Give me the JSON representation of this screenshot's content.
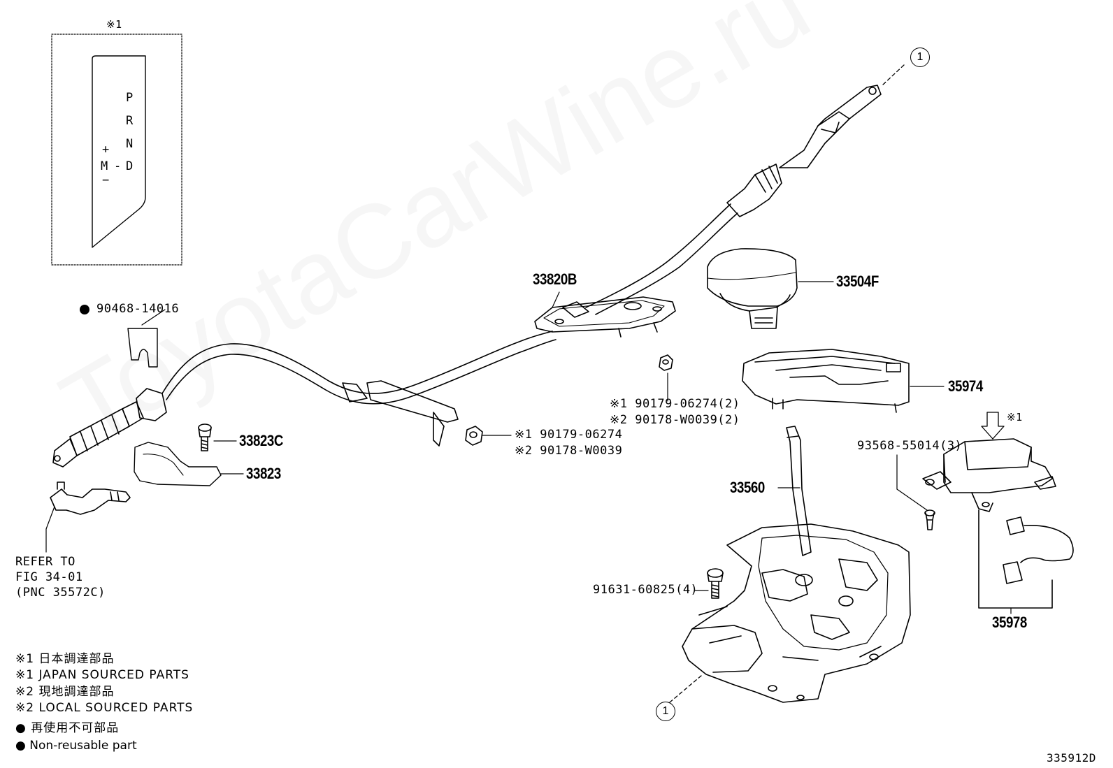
{
  "inset": {
    "ref_mark": "※1",
    "gate_labels": {
      "p": "P",
      "r": "R",
      "n": "N",
      "d": "D",
      "plus": "+",
      "m": "M",
      "dash": "-",
      "minus": "−"
    }
  },
  "parts": {
    "p90468": "90468-14016",
    "p33820b": "33820B",
    "p33504f": "33504F",
    "p35974": "35974",
    "p33823c": "33823C",
    "p33823": "33823",
    "p33560": "33560",
    "p35978": "35978",
    "nut_a1": "※1 90179-06274",
    "nut_a2": "※2 90178-W0039",
    "nut_b1": "※1 90179-06274(2)",
    "nut_b2": "※2 90178-W0039(2)",
    "screw_93568": "93568-55014(3)",
    "bolt_91631": "91631-60825(4)",
    "arrow_ref": "※1",
    "refer_line1": "REFER TO",
    "refer_line2": "FIG 34-01",
    "refer_line3": "(PNC 35572C)"
  },
  "callouts": {
    "top": "1",
    "bottom": "1"
  },
  "legend": {
    "line1": "※1 日本調達部品",
    "line2": "※1 JAPAN SOURCED PARTS",
    "line3": "※2 現地調達部品",
    "line4": "※2 LOCAL SOURCED PARTS",
    "line5": "● 再使用不可部品",
    "line6": "● Non-reusable part"
  },
  "figure_id": "335912D",
  "watermark": "ToyotaCarWine.ru"
}
